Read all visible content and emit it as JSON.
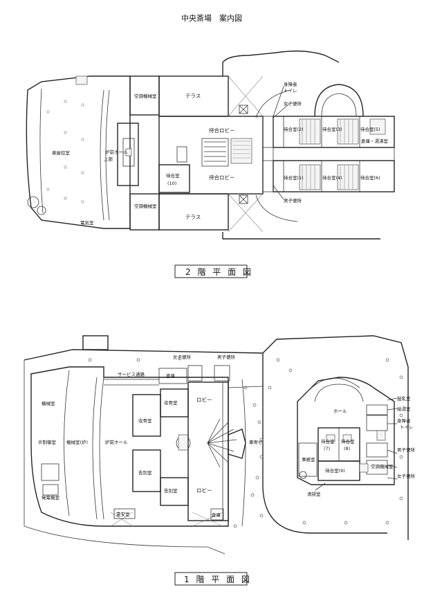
{
  "page_title": "中央斎場　案内図",
  "floor2": {
    "caption": "2 階 平 面 図",
    "rooms": {
      "stage_tower": "楽屋控室",
      "furnace_upper_a": "炉前ホール",
      "furnace_upper_b": "上部",
      "ac_machine_top": "空調機械室",
      "ac_machine_bottom": "空調機械室",
      "terrace_top": "テラス",
      "terrace_bottom": "テラス",
      "waiting_lobby_top": "待合ロビー",
      "waiting_lobby_bottom": "待合ロビー",
      "waiting10_a": "待合室",
      "waiting10_b": "(10)",
      "electric_room": "電気室",
      "w2": "待合室(2)",
      "w3": "待合室(3)",
      "w1": "待合室(1)",
      "w4": "待合室(4)",
      "w5": "待合室(5)",
      "w6": "待合室(6)",
      "accessible_wc_a": "身障者",
      "accessible_wc_b": "トイレ",
      "women_wc": "女子便所",
      "men_wc": "男子便所",
      "storage": "倉庫・湯沸室"
    }
  },
  "floor1": {
    "caption": "1 階 平 面 図",
    "rooms": {
      "machine_room": "機械室",
      "control_room": "炎制御室",
      "power_room": "発電機室",
      "furnace_room": "機械室(炉)",
      "furnace_hall": "炉前ホール",
      "service_corridor": "サービス通路",
      "warehouse_top": "倉庫",
      "women_wc": "女子便所",
      "men_wc": "男子便所",
      "reception_top": "収骨室",
      "reception_a": "収骨室",
      "farewell_a": "告別室",
      "farewell_b": "告別室",
      "lobby_top": "ロビー",
      "lobby_bottom": "ロビー",
      "warehouse_bottom": "倉庫",
      "disaster_room": "霊安室",
      "carriage_porch": "車寄せ",
      "hall": "ホール",
      "w7a": "待合室",
      "w7b": "(7)",
      "w8a": "待合室",
      "w8b": "(8)",
      "w9": "待合室(9)",
      "office": "事務室",
      "cleaning": "清掃室",
      "nursing": "授乳室",
      "pantry": "給湯室",
      "accessible_wc_a": "身障者",
      "accessible_wc_b": "トイレ",
      "men_wc2": "男子便所",
      "ac_room": "空調機械室",
      "women_wc2": "女子便所"
    }
  }
}
